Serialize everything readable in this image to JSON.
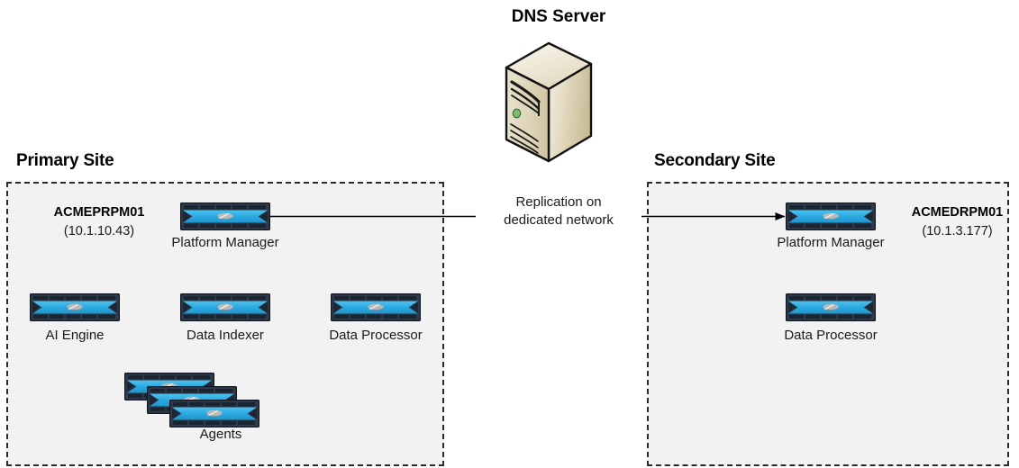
{
  "diagram": {
    "title_dns": "DNS Server",
    "dns_icon": "tower-server-icon"
  },
  "primary_site": {
    "title": "Primary Site",
    "host_name": "ACMEPRPM01",
    "host_ip": "(10.1.10.43)",
    "nodes": [
      {
        "label": "Platform Manager",
        "icon": "network-device-icon"
      },
      {
        "label": "AI Engine",
        "icon": "network-device-icon"
      },
      {
        "label": "Data Indexer",
        "icon": "network-device-icon"
      },
      {
        "label": "Data Processor",
        "icon": "network-device-icon"
      },
      {
        "label": "Agents",
        "icon": "network-device-stack-icon"
      }
    ]
  },
  "secondary_site": {
    "title": "Secondary Site",
    "host_name": "ACMEDRPM01",
    "host_ip": "(10.1.3.177)",
    "nodes": [
      {
        "label": "Platform Manager",
        "icon": "network-device-icon"
      },
      {
        "label": "Data Processor",
        "icon": "network-device-icon"
      }
    ]
  },
  "replication_link": {
    "label_line1": "Replication on",
    "label_line2": "dedicated network",
    "direction": "primary-to-secondary"
  },
  "colors": {
    "device_body": "#2dabe2",
    "device_frame": "#2f3b4c",
    "site_fill": "#f2f2f2",
    "site_border": "#2b2b2b",
    "server_body": "#d8cfae",
    "server_led": "#7fba72",
    "link": "#000000",
    "background": "#ffffff"
  }
}
